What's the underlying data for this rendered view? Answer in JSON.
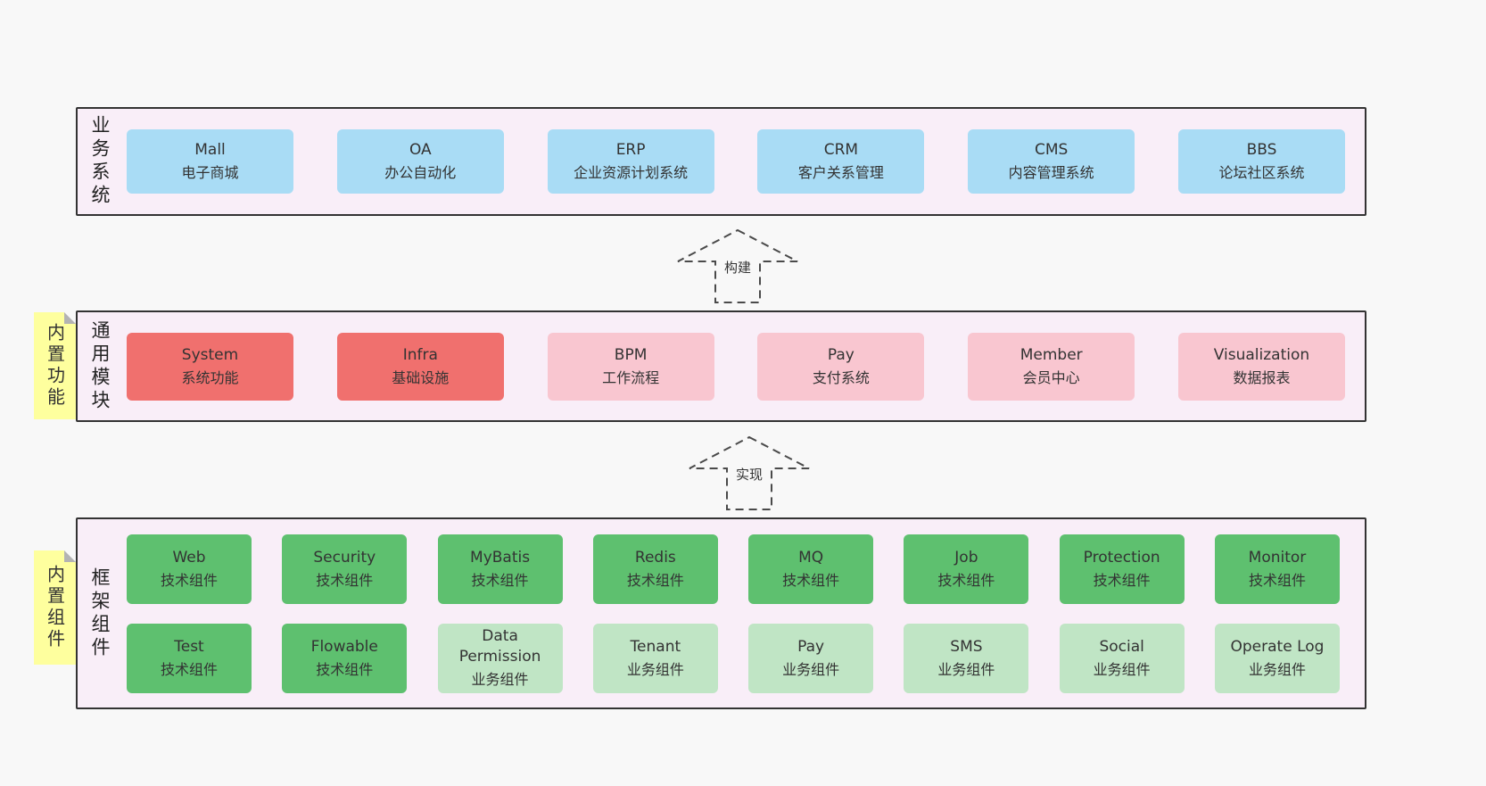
{
  "colors": {
    "page-bg": "#f8f8f8",
    "band-bg": "#f9eef8",
    "band-border": "#333333",
    "blue": "#a9dcf5",
    "red": "#f0706e",
    "pink": "#f9c6d0",
    "green-dark": "#5ec06f",
    "green-light": "#c0e5c5",
    "note-bg": "#feff9e",
    "text": "#333333"
  },
  "arrows": {
    "build": "构建",
    "implement": "实现"
  },
  "business": {
    "label": "业务系统",
    "items": [
      {
        "title": "Mall",
        "subtitle": "电子商城",
        "variant": "blue"
      },
      {
        "title": "OA",
        "subtitle": "办公自动化",
        "variant": "blue"
      },
      {
        "title": "ERP",
        "subtitle": "企业资源计划系统",
        "variant": "blue"
      },
      {
        "title": "CRM",
        "subtitle": "客户关系管理",
        "variant": "blue"
      },
      {
        "title": "CMS",
        "subtitle": "内容管理系统",
        "variant": "blue"
      },
      {
        "title": "BBS",
        "subtitle": "论坛社区系统",
        "variant": "blue"
      }
    ]
  },
  "modules": {
    "label": "通用模块",
    "note": "内置功能",
    "items": [
      {
        "title": "System",
        "subtitle": "系统功能",
        "variant": "red"
      },
      {
        "title": "Infra",
        "subtitle": "基础设施",
        "variant": "red"
      },
      {
        "title": "BPM",
        "subtitle": "工作流程",
        "variant": "pink"
      },
      {
        "title": "Pay",
        "subtitle": "支付系统",
        "variant": "pink"
      },
      {
        "title": "Member",
        "subtitle": "会员中心",
        "variant": "pink"
      },
      {
        "title": "Visualization",
        "subtitle": "数据报表",
        "variant": "pink"
      }
    ]
  },
  "components": {
    "label": "框架组件",
    "note": "内置组件",
    "row1": [
      {
        "title": "Web",
        "subtitle": "技术组件",
        "variant": "green-dark"
      },
      {
        "title": "Security",
        "subtitle": "技术组件",
        "variant": "green-dark"
      },
      {
        "title": "MyBatis",
        "subtitle": "技术组件",
        "variant": "green-dark"
      },
      {
        "title": "Redis",
        "subtitle": "技术组件",
        "variant": "green-dark"
      },
      {
        "title": "MQ",
        "subtitle": "技术组件",
        "variant": "green-dark"
      },
      {
        "title": "Job",
        "subtitle": "技术组件",
        "variant": "green-dark"
      },
      {
        "title": "Protection",
        "subtitle": "技术组件",
        "variant": "green-dark"
      },
      {
        "title": "Monitor",
        "subtitle": "技术组件",
        "variant": "green-dark"
      }
    ],
    "row2": [
      {
        "title": "Test",
        "subtitle": "技术组件",
        "variant": "green-dark"
      },
      {
        "title": "Flowable",
        "subtitle": "技术组件",
        "variant": "green-dark"
      },
      {
        "title": "Data Permission",
        "subtitle": "业务组件",
        "variant": "green-light"
      },
      {
        "title": "Tenant",
        "subtitle": "业务组件",
        "variant": "green-light"
      },
      {
        "title": "Pay",
        "subtitle": "业务组件",
        "variant": "green-light"
      },
      {
        "title": "SMS",
        "subtitle": "业务组件",
        "variant": "green-light"
      },
      {
        "title": "Social",
        "subtitle": "业务组件",
        "variant": "green-light"
      },
      {
        "title": "Operate Log",
        "subtitle": "业务组件",
        "variant": "green-light"
      }
    ]
  }
}
